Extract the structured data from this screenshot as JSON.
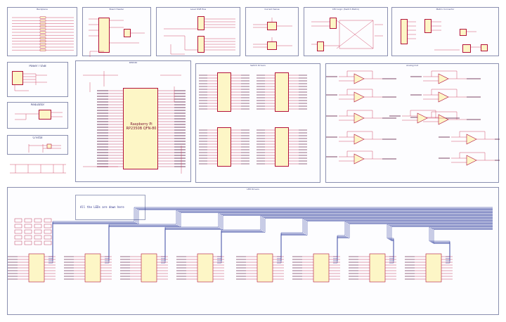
{
  "sheet": {
    "panels": [
      {
        "id": "p-connector",
        "title": "Backplane"
      },
      {
        "id": "p-board-header",
        "title": "Board Header"
      },
      {
        "id": "p-level-shift",
        "title": "Level Shift Bus"
      },
      {
        "id": "p-current",
        "title": "Current Sense"
      },
      {
        "id": "p-logic",
        "title": "CPU Logic (Switch Matrix)"
      },
      {
        "id": "p-matrix-conn",
        "title": "Matrix Connector"
      },
      {
        "id": "p-power",
        "title": "Power / USB"
      },
      {
        "id": "p-regulator",
        "title": "Regulator"
      },
      {
        "id": "p-crystal",
        "title": "Crystal"
      },
      {
        "id": "p-mcu",
        "title": "RP2040"
      },
      {
        "id": "p-switch-drivers",
        "title": "Switch Drivers"
      },
      {
        "id": "p-analog",
        "title": "Analog Out"
      },
      {
        "id": "p-led-drivers",
        "title": "LED Drivers"
      }
    ],
    "mcu": {
      "line1": "Raspberry Pi",
      "line2": "RP2350B QFN-80"
    },
    "led_note": "All the LEDs are down here",
    "power_title": "Power / USB",
    "regulator_title": "Regulator",
    "crystal_title": "Crystal"
  }
}
